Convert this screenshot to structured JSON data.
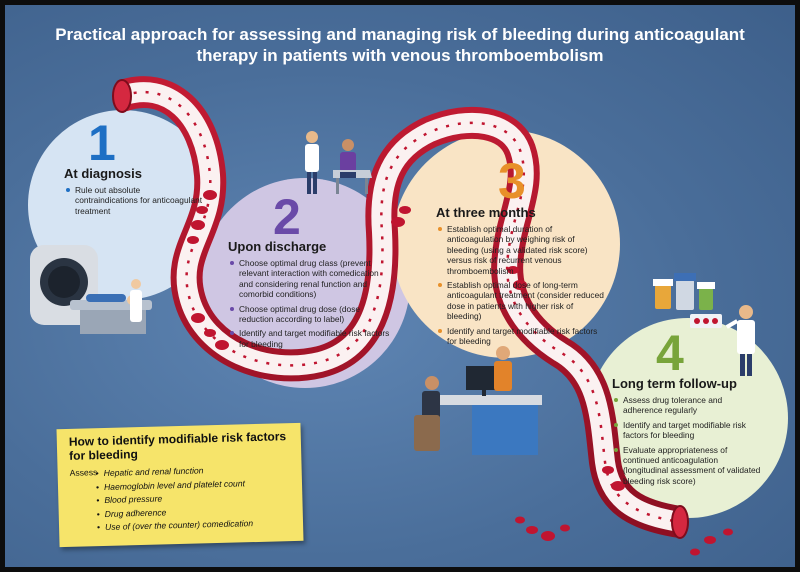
{
  "title_line1": "Practical approach for assessing and managing risk of bleeding during anticoagulant",
  "title_line2": "therapy in patients with venous thromboembolism",
  "stages": [
    {
      "number": "1",
      "title": "At diagnosis",
      "items": [
        "Rule out absolute contraindications for anticoagulant treatment"
      ]
    },
    {
      "number": "2",
      "title": "Upon discharge",
      "items": [
        "Choose optimal drug class (prevent relevant interaction with comedication and considering renal function and comorbid conditions)",
        "Choose optimal drug dose (dose reduction according to label)",
        "Identify and target modifiable risk factors for bleeding"
      ]
    },
    {
      "number": "3",
      "title": "At three months",
      "items": [
        "Establish optimal duration of anticoagulation by weighing risk of bleeding (using a validated risk score) versus risk of recurrent venous thromboembolism",
        "Establish optimal dose of long-term anticoagulant treatment (consider reduced dose in patients with higher risk of bleeding)",
        "Identify and target modifiable risk factors for bleeding"
      ]
    },
    {
      "number": "4",
      "title": "Long term follow-up",
      "items": [
        "Assess drug tolerance and adherence regularly",
        "Identify and target modifiable risk factors for bleeding",
        "Evaluate appropriateness of continued anticoagulation (longitudinal assessment of validated bleeding risk score)"
      ]
    }
  ],
  "risk_box": {
    "title": "How to identify modifiable risk factors for bleeding",
    "assess_label": "Assess",
    "items": [
      "Hepatic and renal function",
      "Haemoglobin level and platelet count",
      "Blood pressure",
      "Drug adherence",
      "Use of (over the counter) comedication"
    ]
  },
  "colors": {
    "background": "#4a6e9a",
    "title_text": "#ffffff",
    "stage1_number": "#1e6fc4",
    "stage2_number": "#6a4aa8",
    "stage3_number": "#e8902a",
    "stage4_number": "#78a43a",
    "vessel_outer": "#a3132a",
    "vessel_inner": "#ffffff",
    "blood_cell": "#c01530",
    "note": "#f6e46a"
  },
  "icons": [
    "blood-vessel-icon",
    "red-blood-cell-icon",
    "mri-scanner-icon",
    "doctor-patient-icon",
    "desk-consultation-icon",
    "pharmacist-icon",
    "pill-bottles-icon"
  ]
}
